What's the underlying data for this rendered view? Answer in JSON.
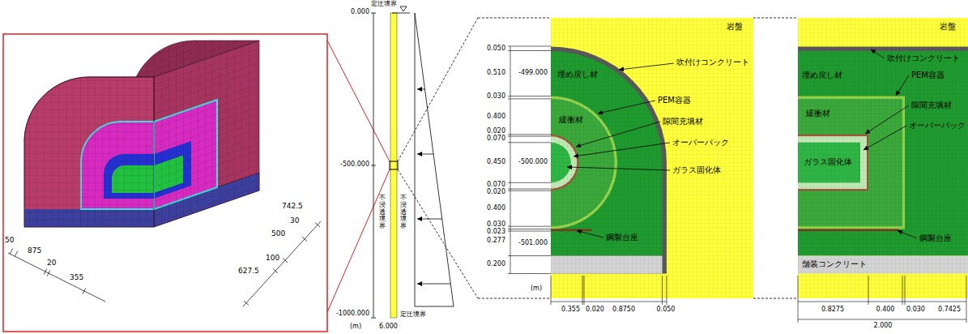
{
  "diagram": {
    "labels": [
      "50",
      "875",
      "20",
      "355",
      "742.5",
      "30",
      "500",
      "100",
      "627.5",
      "定圧境界",
      "0.000",
      "-500.000",
      "-1000.000",
      "(m)",
      "不浸透境界",
      "不浸透境界",
      "定圧境界",
      "6.000",
      "岩盤",
      "吹付けコンクリート",
      "埋め戻し材",
      "PEM容器",
      "緩衝材",
      "隙間充填材",
      "オーバーパック",
      "ガラス固化体",
      "鋼製台座",
      "0.050",
      "0.510",
      "0.030",
      "0.400",
      "0.020",
      "0.070",
      "0.450",
      "0.070",
      "0.020",
      "0.400",
      "0.030",
      "0.023",
      "0.277",
      "0.200",
      "-499.000",
      "-500.000",
      "-501.000",
      "(m)",
      "0.355",
      "0.020",
      "0.8750",
      "0.050",
      "岩盤",
      "吹付けコンクリート",
      "埋め戻し材",
      "PEM容器",
      "緩衝材",
      "隙間充填材",
      "オーバーパック",
      "ガラス固化体",
      "鋼製台座",
      "舗装コンクリート",
      "0.8275",
      "0.400",
      "0.030",
      "0.7425",
      "2.000"
    ]
  }
}
